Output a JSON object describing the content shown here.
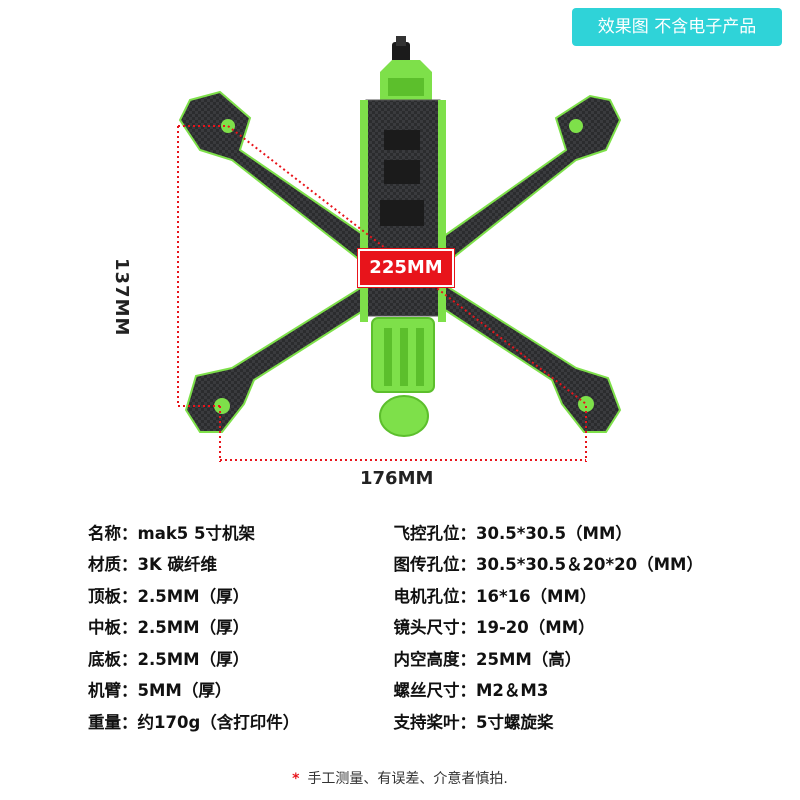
{
  "badge": "效果图 不含电子产品",
  "dimensions": {
    "height": "137MM",
    "width": "176MM",
    "diagonal": "225MM"
  },
  "specs": [
    [
      {
        "key": "名称：",
        "value": "mak5  5寸机架"
      },
      {
        "key": "飞控孔位：",
        "value": "30.5*30.5（MM）"
      }
    ],
    [
      {
        "key": "材质：",
        "value": "3K 碳纤维"
      },
      {
        "key": "图传孔位：",
        "value": "30.5*30.5＆20*20（MM）"
      }
    ],
    [
      {
        "key": "顶板：",
        "value": "2.5MM（厚）"
      },
      {
        "key": "电机孔位：",
        "value": "16*16（MM）"
      }
    ],
    [
      {
        "key": "中板：",
        "value": "2.5MM（厚）"
      },
      {
        "key": "镜头尺寸：",
        "value": "19-20（MM）"
      }
    ],
    [
      {
        "key": "底板：",
        "value": "2.5MM（厚）"
      },
      {
        "key": "内空高度：",
        "value": "25MM（高）"
      }
    ],
    [
      {
        "key": "机臂：",
        "value": "5MM（厚）"
      },
      {
        "key": "螺丝尺寸：",
        "value": "M2＆M3"
      }
    ],
    [
      {
        "key": "重量：",
        "value": "约170g（含打印件）"
      },
      {
        "key": "支持桨叶：",
        "value": "5寸螺旋桨"
      }
    ]
  ],
  "note": {
    "star": "*",
    "text": "手工测量、有误差、介意者慎拍."
  },
  "colors": {
    "accent_badge": "#2fd3d8",
    "carbon": "#2b2c2e",
    "green_parts": "#7ee04a",
    "dimension_line": "#e8141b"
  }
}
